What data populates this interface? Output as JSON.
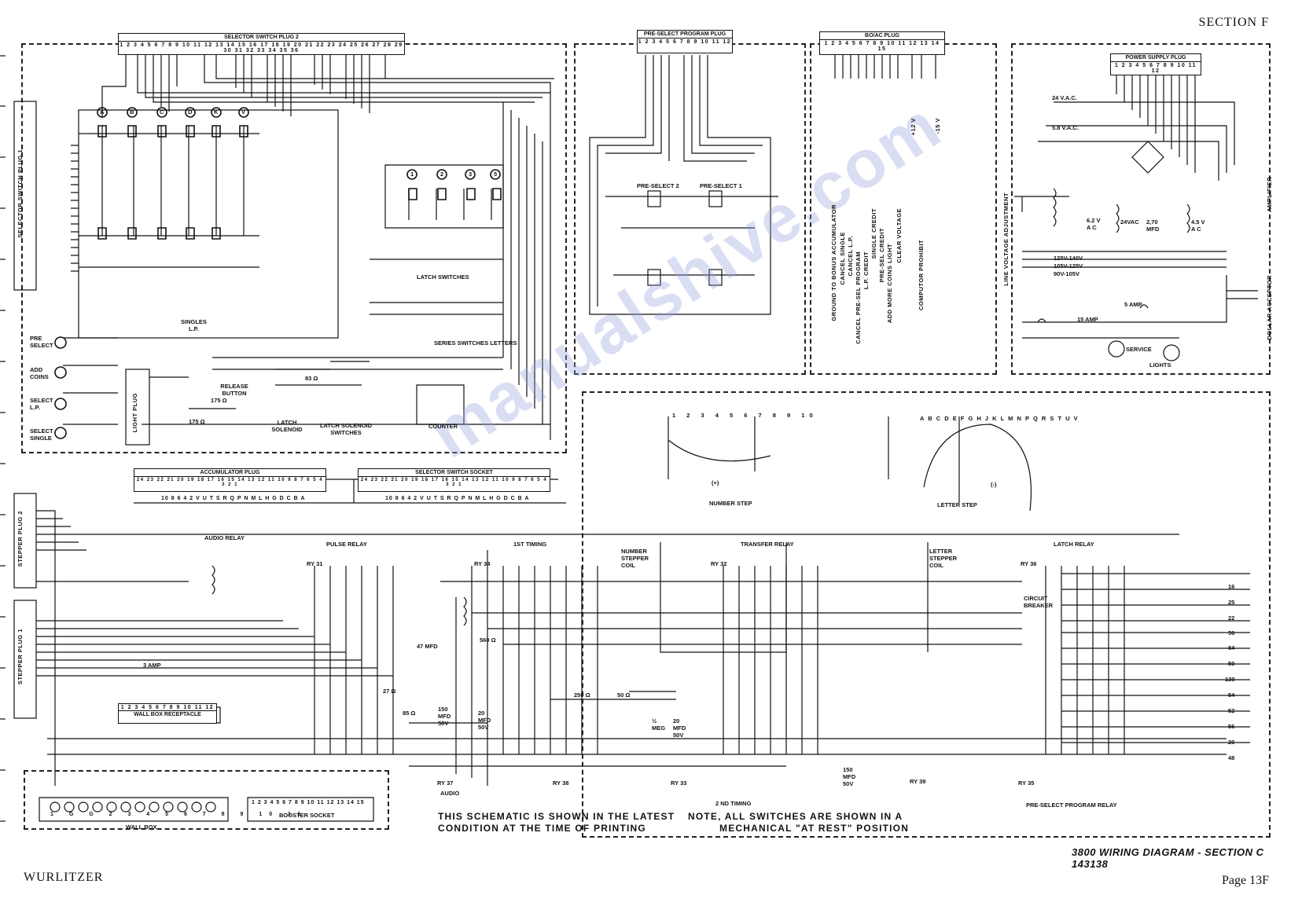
{
  "header": {
    "section": "SECTION F"
  },
  "footer": {
    "brand": "WURLITZER",
    "page": "Page 13F",
    "diagram_id": "3800 WIRING DIAGRAM - SECTION C  143138"
  },
  "notes": {
    "schematic_line1": "THIS SCHEMATIC IS SHOWN IN THE LATEST",
    "schematic_line2": "CONDITION AT THE TIME OF PRINTING",
    "switches_line1": "NOTE, ALL SWITCHES ARE SHOWN IN A",
    "switches_line2": "MECHANICAL \"AT REST\" POSITION"
  },
  "plugs": {
    "selector_switch_plug_2": {
      "title": "SELECTOR  SWITCH  PLUG  2",
      "pins": "1 2 3 4 5 6 7 8 9 10 11 12 13 14 15 16 17 18 19 20 21 22 23 24 25 26 27 28 29 30 31 32 33 34 35 36"
    },
    "preselect_program_plug": {
      "title": "PRE-SELECT  PROGRAM PLUG",
      "pins": "1 2 3 4 5 6 7 8 9 10 11 12"
    },
    "bo_ac_plug": {
      "title": "BO/AC  PLUG",
      "pins": "1 2 3 4 5 6 7 8 9 10 11 12 13 14 15"
    },
    "power_supply_plug": {
      "title": "POWER SUPPLY PLUG",
      "pins": "1 2 3 4 5 6 7 8 9 10 11 12"
    },
    "accumulator_plug": {
      "title": "ACCUMULATOR  PLUG",
      "pins": "24 23 22 21 20 19 18 17 16 15 14 13 12 11 10 9 8 7 6 5 4 3 2 1",
      "letters": "10 8 6 4 2 V U T S R Q P N M L H G D C B A"
    },
    "selector_switch_socket": {
      "title": "SELECTOR  SWITCH  SOCKET",
      "pins": "24 23 22 21 20 19 18 17 16 15 14 13 12 11 10 9 8 7 6 5 4 3 2 1",
      "letters": "10 8 6 4 2 V U T S R Q P N M L H G D C B A"
    },
    "selector_switch_plug_1": "SELECTOR SWITCH PLUG 1",
    "stepper_plug_2": "STEPPER PLUG 2",
    "stepper_plug_1": "STEPPER PLUG 1",
    "light_plug": "LIGHT PLUG",
    "wall_box_receptacle": {
      "title": "WALL BOX RECEPTACLE",
      "pins": "1 2 3 4 5 6 7 8 9 10 11 12"
    },
    "wall_box": {
      "title": "WALL BOX",
      "pins": "1 G G 2 3 4 5 6 7 8 9 10 11"
    },
    "booster_socket": {
      "title": "BOOSTER SOCKET",
      "pins": "1 2 3 4 5 6 7 8 9 10 11 12 13 14 15"
    },
    "amplifier": "AMPLIFIER",
    "dollar_acceptor": "DOLLAR ACCEPTOR",
    "line_voltage": "LINE VOLTAGE ADJUSTMENT"
  },
  "selector_section": {
    "switch_letters": [
      "A",
      "B",
      "C",
      "D",
      "K",
      "V"
    ],
    "latch_numbers": [
      "1",
      "2",
      "3",
      "5"
    ],
    "labels": {
      "latch_switches": "LATCH SWITCHES",
      "series_switches": "SERIES SWITCHES LETTERS",
      "release_button": "RELEASE BUTTON",
      "latch_solenoid": "LATCH SOLENOID",
      "latch_solenoid_switches": "LATCH SOLENOID SWITCHES",
      "counter": "COUNTER",
      "singles": "SINGLES",
      "lp": "L.P.",
      "pre_select": "PRE SELECT",
      "add_coins": "ADD COINS",
      "select_lp": "SELECT L.P.",
      "select_single": "SELECT SINGLE",
      "r1": "175 Ω",
      "r2": "175 Ω",
      "r3": "83 Ω"
    }
  },
  "preselect_section": {
    "pre_select_2": "PRE-SELECT 2",
    "pre_select_1": "PRE-SELECT 1"
  },
  "boac_functions": [
    "GROUND TO BONUS ACCUMULATOR",
    "CANCEL SINGLE",
    "CANCEL L.P.",
    "CANCEL PRE-SEL PROGRAM",
    "L.P. CREDIT",
    "SINGLE CREDIT",
    "PRE-SEL CREDIT",
    "ADD MORE COINS LIGHT",
    "CLEAR VOLTAGE",
    "COMPUTOR PROHIBIT",
    "+12 V",
    "-15 V"
  ],
  "power_section": {
    "v24": "24 V.A.C.",
    "v58": "5.8 V.A.C.",
    "v24b": "24VAC",
    "v62": "6.2 V A C",
    "v45": "4.5 V A C",
    "cap": "2,70 MFD",
    "taps": [
      "125V-140V",
      "105V-125V",
      "90V-105V"
    ],
    "fuse_15": "15 AMP",
    "fuse_5": "5 AMP",
    "service": "SERVICE",
    "lights": "LIGHTS"
  },
  "stepper_section": {
    "number_step": "NUMBER STEP",
    "letter_step": "LETTER STEP",
    "number_letters": "A B C D E F G H J K L M N P Q R S T U V",
    "number_positions": "1 2 3 4 5 6 7 8 9 10",
    "plus": "(+)",
    "minus": "(-)"
  },
  "relays": {
    "audio_relay": "AUDIO RELAY",
    "pulse_relay": "PULSE RELAY",
    "first_timing": "1ST TIMING",
    "transfer_relay": "TRANSFER RELAY",
    "latch_relay": "LATCH RELAY",
    "number_stepper_coil": "NUMBER STEPPER COIL",
    "letter_stepper_coil": "LETTER STEPPER COIL",
    "circuit_breaker": "CIRCUIT BREAKER",
    "second_timing": "2 ND TIMING",
    "preselect_program_relay": "PRE-SELECT PROGRAM RELAY",
    "audio": "AUDIO",
    "ry31": "RY 31",
    "ry32": "RY 32",
    "ry33": "RY 33",
    "ry34": "RY 34",
    "ry35": "RY 35",
    "ry36": "RY 36",
    "ry37": "RY 37",
    "ry38": "RY 38",
    "ry39": "RY 39"
  },
  "components": {
    "c47": "47 MFD",
    "r560": "560 Ω",
    "r27": "27 Ω",
    "r85": "85 Ω",
    "c150": "150 MFD 50V",
    "c20": "20 MFD 50V",
    "r250": "250 Ω",
    "r50": "50 Ω",
    "c20b": "20 MFD 50V",
    "meg": "½ MEG",
    "c150b": "150 MFD 50V",
    "amp3": "3 AMP"
  },
  "right_bus_labels": [
    "16",
    "25",
    "22",
    "56",
    "84",
    "50",
    "130",
    "54",
    "52",
    "56",
    "20",
    "48"
  ]
}
